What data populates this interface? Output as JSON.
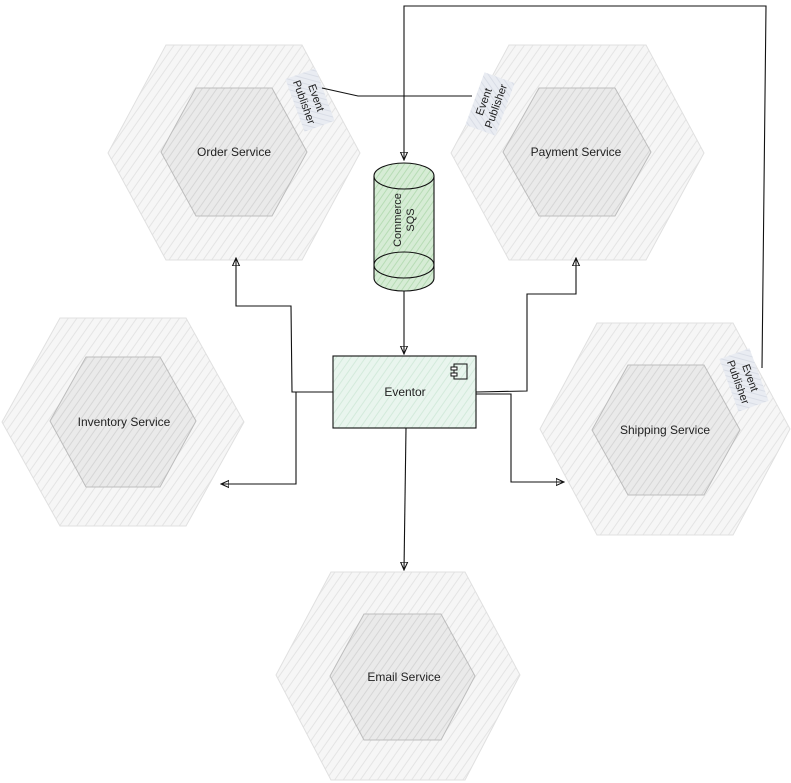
{
  "colors": {
    "hex_fill": "#f4f4f4",
    "hex_stroke": "#e2e2e2",
    "inner_fill": "#e6e6e6",
    "inner_stroke": "#c8c8c8",
    "eventor_fill": "#e8f4ec",
    "queue_fill": "#cfe8cf",
    "publisher_fill": "#e7eaf0",
    "edge": "#111111"
  },
  "services": {
    "order": "Order Service",
    "payment": "Payment Service",
    "inventory": "Inventory Service",
    "shipping": "Shipping Service",
    "email": "Email Service"
  },
  "publishers": {
    "order": [
      "Event",
      "Publisher"
    ],
    "payment": [
      "Event",
      "Publisher"
    ],
    "shipping": [
      "Event",
      "Publisher"
    ]
  },
  "queue": {
    "lines": [
      "Commerce",
      "SQS"
    ]
  },
  "eventor": {
    "label": "Eventor",
    "icon": "component-icon"
  }
}
